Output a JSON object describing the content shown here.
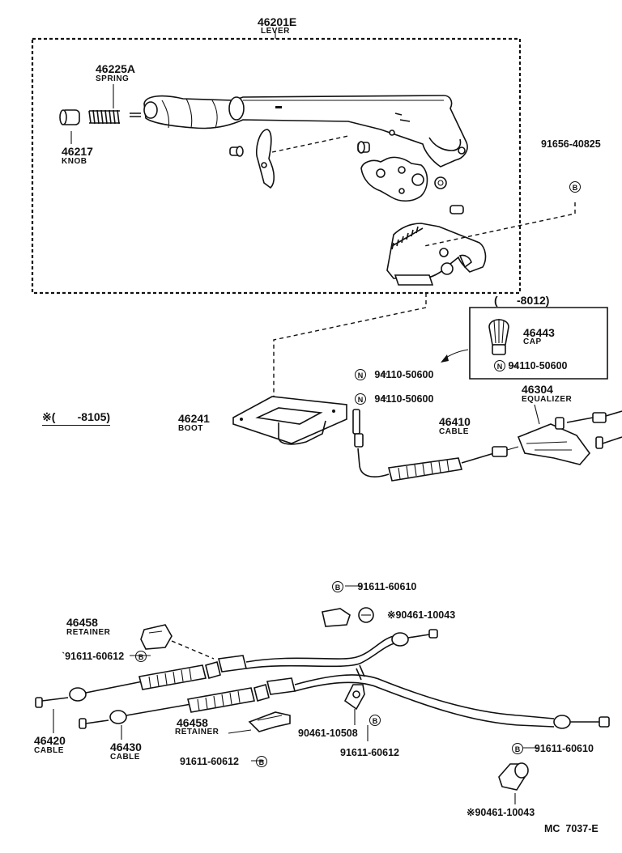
{
  "lever": {
    "number": "46201E",
    "name": "LEVER"
  },
  "spring": {
    "number": "46225A",
    "name": "SPRING"
  },
  "knob": {
    "number": "46217",
    "name": "KNOB"
  },
  "bolt_a": {
    "number": "91656-40825",
    "marker": "B"
  },
  "range_note": "(      -8012)",
  "cap": {
    "number": "46443",
    "name": "CAP"
  },
  "nut_cap": {
    "marker": "N",
    "number": "94110-50600"
  },
  "nut_a": {
    "marker": "N",
    "number": "94110-50600"
  },
  "nut_b": {
    "marker": "N",
    "number": "94110-50600"
  },
  "equalizer": {
    "number": "46304",
    "name": "EQUALIZER"
  },
  "front_cable": {
    "number": "46410",
    "name": "CABLE"
  },
  "boot": {
    "number": "46241",
    "name": "BOOT"
  },
  "asterisk_note": "※(       -8105)",
  "bolt_b": {
    "marker": "B",
    "number": "91611-60610"
  },
  "clip_a": {
    "number": "※90461-10043"
  },
  "retainer_a": {
    "number": "46458",
    "name": "RETAINER"
  },
  "bolt_c": {
    "number": "ˋ91611-60612",
    "marker": "B"
  },
  "cable_left": {
    "number": "46420",
    "name": "CABLE"
  },
  "cable_right": {
    "number": "46430",
    "name": "CABLE"
  },
  "retainer_b": {
    "number": "46458",
    "name": "RETAINER"
  },
  "clamp": {
    "number": "90461-10508"
  },
  "bolt_d": {
    "marker": "B",
    "number": "91611-60612"
  },
  "bolt_e": {
    "number": "91611-60612",
    "marker": "B"
  },
  "bolt_f": {
    "marker": "B",
    "number": "91611-60610"
  },
  "clip_b": {
    "number": "※90461-10043"
  },
  "drawing_code": "MC  7037-E"
}
